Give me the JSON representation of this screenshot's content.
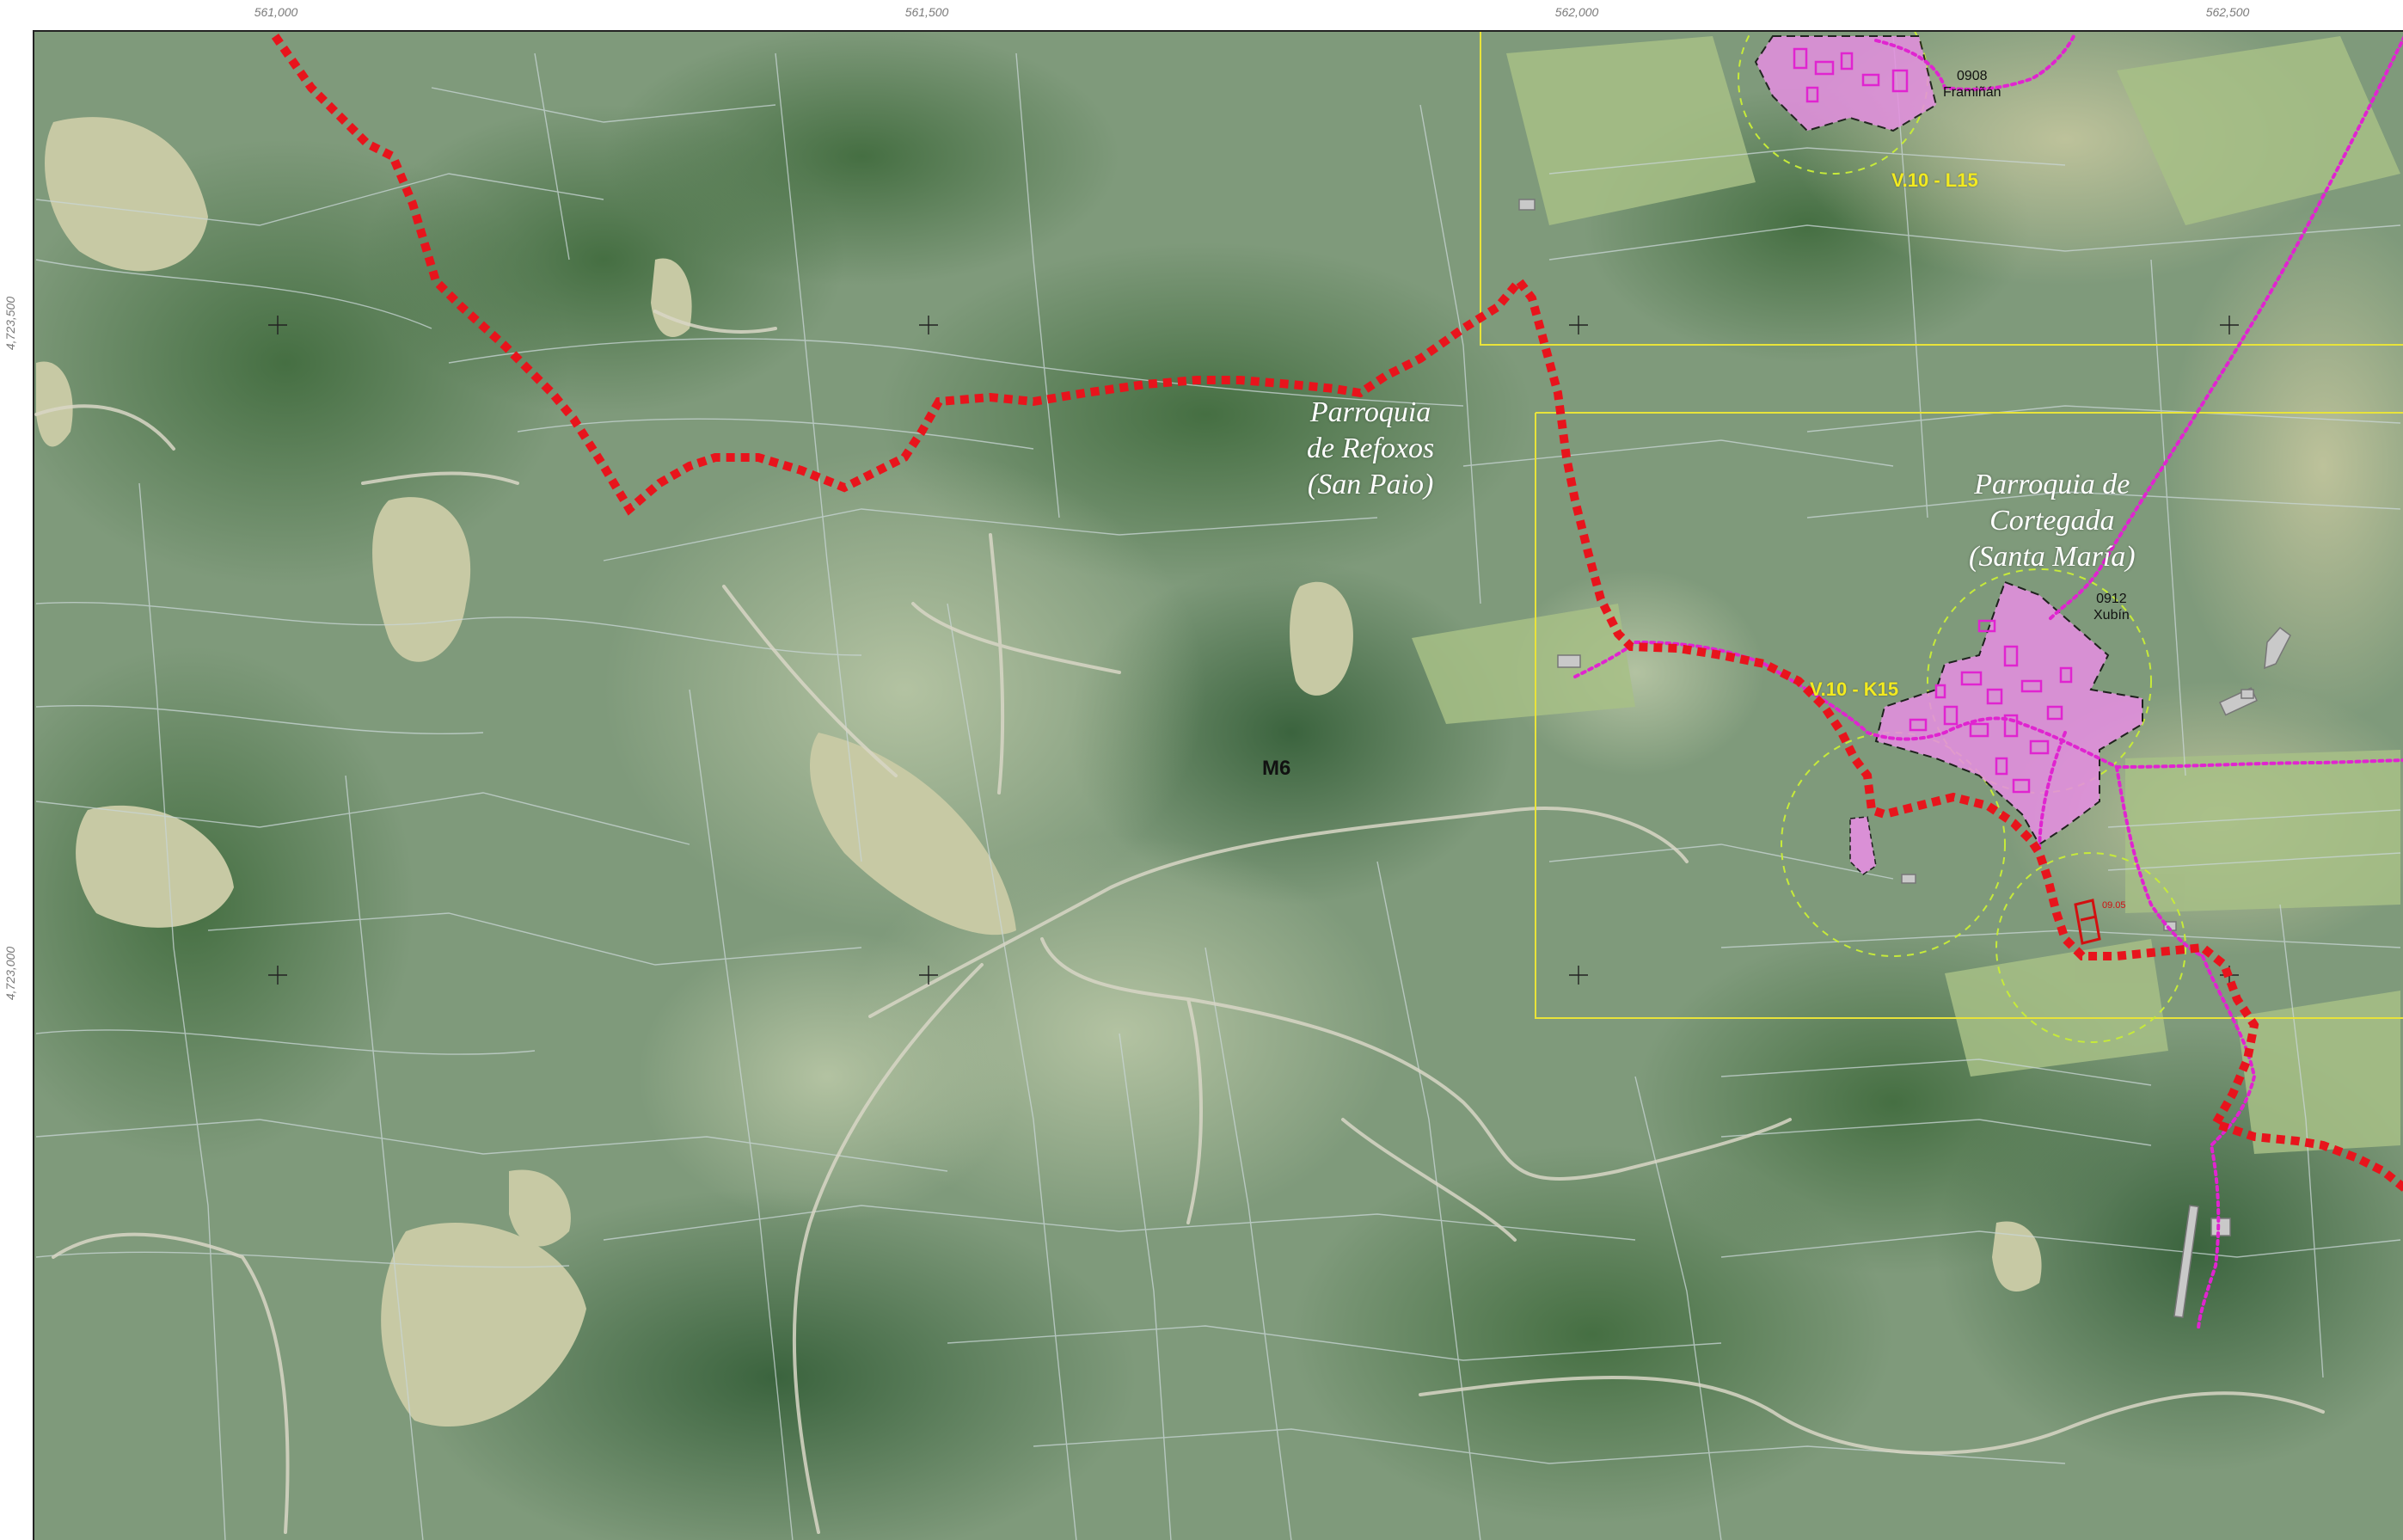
{
  "axes": {
    "top": [
      "561,000",
      "561,500",
      "562,000",
      "562,500"
    ],
    "left": [
      "4,723,500",
      "4,723,000"
    ]
  },
  "parishes": [
    {
      "lines": [
        "Parroquia",
        "de Refoxos",
        "(San Paio)"
      ]
    },
    {
      "lines": [
        "Parroquia de",
        "Cortegada",
        "(Santa María)"
      ]
    }
  ],
  "sheets": [
    "V.10 - L15",
    "V.10 - K15"
  ],
  "places": [
    {
      "code": "0908",
      "name": "Framiñán"
    },
    {
      "code": "0912",
      "name": "Xubín"
    }
  ],
  "red_code": "09.05",
  "zone_label": "M6",
  "colors": {
    "boundary": "#e8141c",
    "road": "#e024d0",
    "settlement": "#e48fe0",
    "sheet_frame": "#e8e33a",
    "parcel_line": "#c9d6d6",
    "buffer": "#c6ea3a"
  }
}
